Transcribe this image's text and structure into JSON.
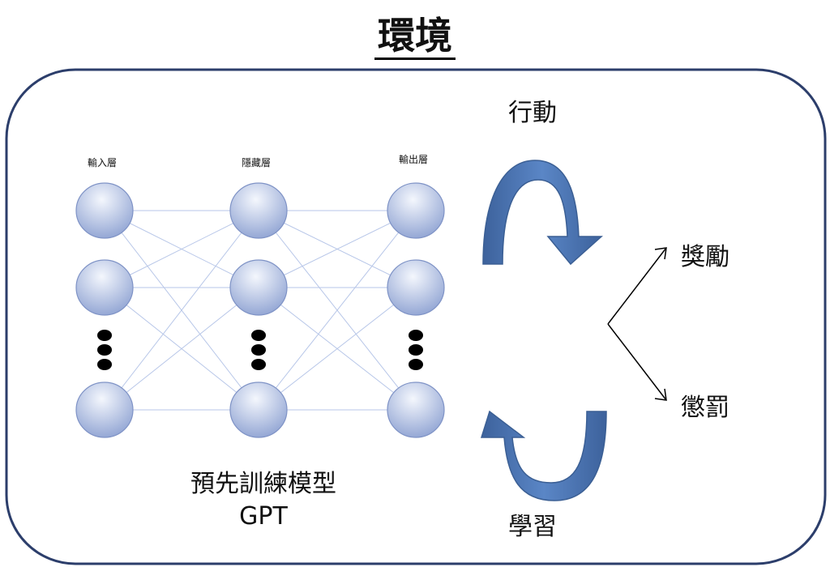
{
  "title": "環境",
  "layers": {
    "input": "輸入層",
    "hidden": "隱藏層",
    "output": "輸出層"
  },
  "action_label": "行動",
  "learning_label": "學習",
  "reward_label": "獎勵",
  "punishment_label": "懲罰",
  "model": {
    "line1": "預先訓練模型",
    "line2": "GPT"
  },
  "colors": {
    "node_fill_top": "#eef2fb",
    "node_fill_bottom": "#95a8d6",
    "node_stroke": "#7f93c6",
    "connection": "#b7c6e8",
    "arrow_fill": "#4f7ab8",
    "arrow_dark": "#3b5f94",
    "frame": "#2c3e6b"
  }
}
